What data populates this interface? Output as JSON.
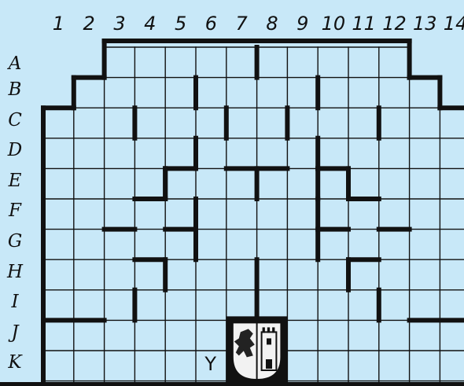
{
  "columns": [
    "1",
    "2",
    "3",
    "4",
    "5",
    "6",
    "7",
    "8",
    "9",
    "10",
    "11",
    "12",
    "13",
    "14"
  ],
  "rows": [
    "A",
    "B",
    "C",
    "D",
    "E",
    "F",
    "G",
    "H",
    "I",
    "J",
    "K"
  ],
  "marker": {
    "label": "Y",
    "row": "K",
    "col": "6"
  },
  "emblem": {
    "name": "coat-of-arms",
    "lion_col": "7",
    "tower_col": "8",
    "rows": [
      "J",
      "K"
    ]
  },
  "colors": {
    "background": "#c8e8f8",
    "grid": "#111111",
    "wall": "#111111"
  }
}
